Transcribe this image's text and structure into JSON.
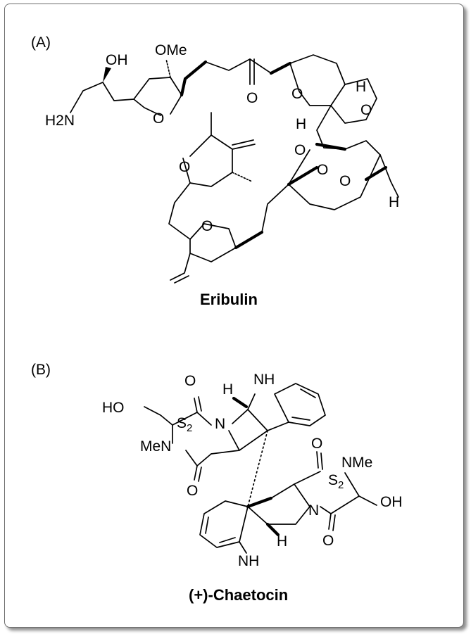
{
  "panel_a": {
    "label": "(A)",
    "compound": "Eribulin",
    "atoms": {
      "oh": "OH",
      "ome": "OMe",
      "nh2": "H2N",
      "o": "O",
      "h": "H"
    }
  },
  "panel_b": {
    "label": "(B)",
    "compound": "(+)-Chaetocin",
    "atoms": {
      "ho": "HO",
      "oh": "OH",
      "nh": "NH",
      "h": "H",
      "n": "N",
      "me_n": "MeN",
      "n_me": "NMe",
      "s2": "S2",
      "o": "O"
    }
  },
  "colors": {
    "ink": "#000000",
    "border": "#6e6e6e",
    "background": "#ffffff"
  }
}
